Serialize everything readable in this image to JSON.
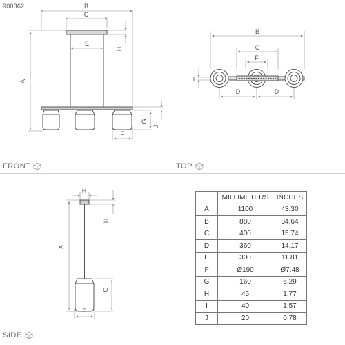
{
  "product_code": "900362",
  "views": {
    "front": "FRONT",
    "top": "TOP",
    "side": "SIDE"
  },
  "dimension_letters": [
    "A",
    "B",
    "C",
    "D",
    "E",
    "F",
    "G",
    "H",
    "I",
    "J"
  ],
  "table": {
    "headers": [
      "",
      "MILLIMETERS",
      "INCHES"
    ],
    "rows": [
      {
        "label": "A",
        "mm": "1100",
        "in": "43.30"
      },
      {
        "label": "B",
        "mm": "880",
        "in": "34.64"
      },
      {
        "label": "C",
        "mm": "400",
        "in": "15.74"
      },
      {
        "label": "D",
        "mm": "360",
        "in": "14.17"
      },
      {
        "label": "E",
        "mm": "300",
        "in": "11.81"
      },
      {
        "label": "F",
        "mm": "Ø190",
        "in": "Ø7.48"
      },
      {
        "label": "G",
        "mm": "160",
        "in": "6.29"
      },
      {
        "label": "H",
        "mm": "45",
        "in": "1.77"
      },
      {
        "label": "I",
        "mm": "40",
        "in": "1.57"
      },
      {
        "label": "J",
        "mm": "20",
        "in": "0.78"
      }
    ]
  },
  "colors": {
    "line": "#8a8a8a",
    "part": "#555555",
    "divider": "#cfcfcf"
  },
  "icons": [
    "cube-icon"
  ]
}
